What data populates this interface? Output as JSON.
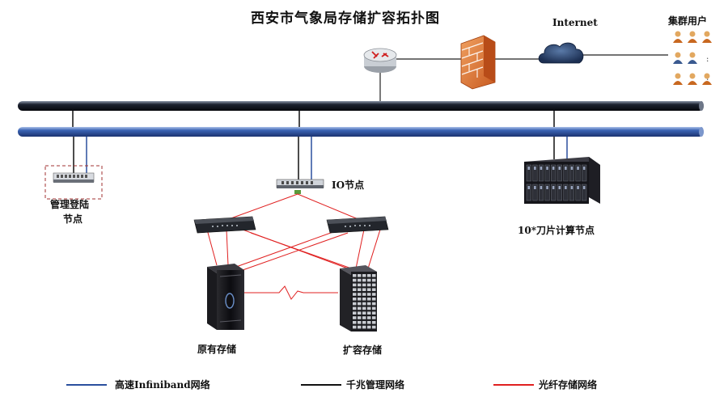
{
  "title": "西安市气象局存储扩容拓扑图",
  "labels": {
    "internet": "Internet",
    "cluster_users": "集群用户",
    "mgmt_login_line1": "管理登陆",
    "mgmt_login_line2": "节点",
    "io_node": "IO节点",
    "blade_nodes": "10*刀片计算节点",
    "original_storage": "原有存储",
    "expansion_storage": "扩容存储"
  },
  "legend": [
    {
      "label": "高速Infiniband网络",
      "color": "#2a4f9e"
    },
    {
      "label": "千兆管理网络",
      "color": "#111111"
    },
    {
      "label": "光纤存储网络",
      "color": "#e02020"
    }
  ]
}
